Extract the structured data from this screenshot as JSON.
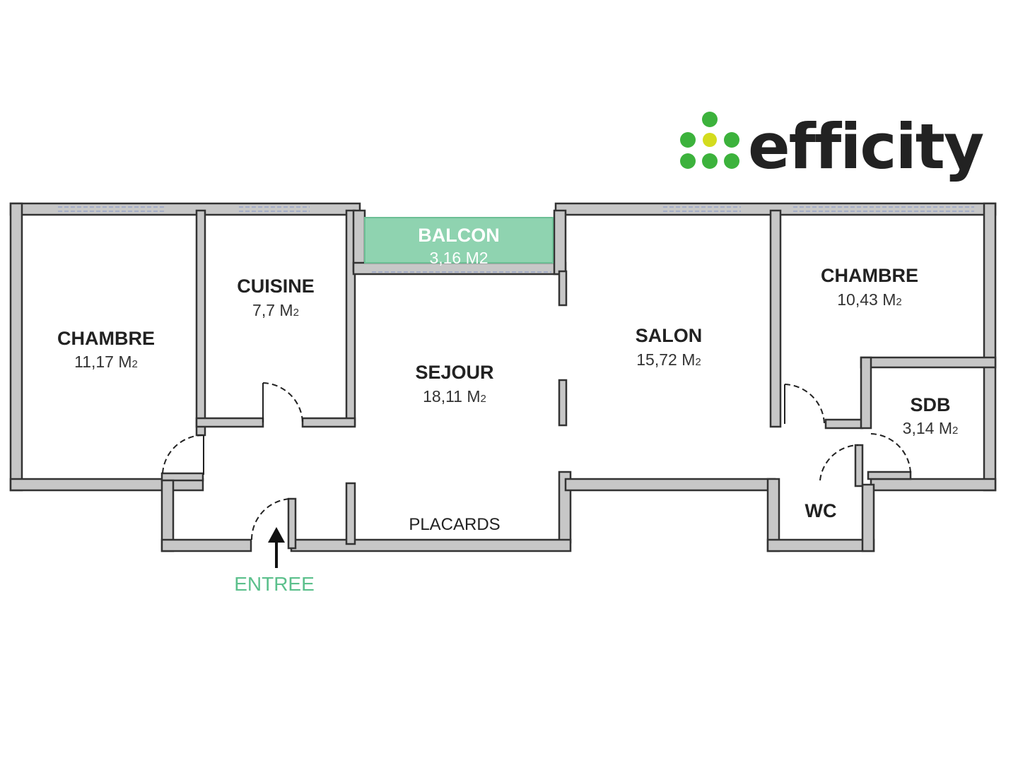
{
  "brand": {
    "name": "efficity",
    "text_color": "#222222",
    "dot_color": "#3cb23c",
    "dot_center_color": "#d4dc1e"
  },
  "colors": {
    "wall_fill": "#c7c7c7",
    "wall_stroke": "#333333",
    "balcon_fill": "#8fd3b0",
    "entree_color": "#5cc08c",
    "window_color": "#9aa6c8"
  },
  "rooms": {
    "chambre_left": {
      "name": "CHAMBRE",
      "area": "11,17",
      "unit": "M",
      "unit_sub": "2"
    },
    "cuisine": {
      "name": "CUISINE",
      "area": "7,7",
      "unit": "M",
      "unit_sub": "2"
    },
    "balcon": {
      "name": "BALCON",
      "area": "3,16 M2"
    },
    "sejour": {
      "name": "SEJOUR",
      "area": "18,11",
      "unit": "M",
      "unit_sub": "2"
    },
    "salon": {
      "name": "SALON",
      "area": "15,72",
      "unit": "M",
      "unit_sub": "2"
    },
    "chambre_right": {
      "name": "CHAMBRE",
      "area": "10,43",
      "unit": "M",
      "unit_sub": "2"
    },
    "sdb": {
      "name": "SDB",
      "area": "3,14",
      "unit": "M",
      "unit_sub": "2"
    },
    "wc": {
      "name": "WC"
    }
  },
  "labels": {
    "placards": "PLACARDS",
    "entree": "ENTREE"
  }
}
